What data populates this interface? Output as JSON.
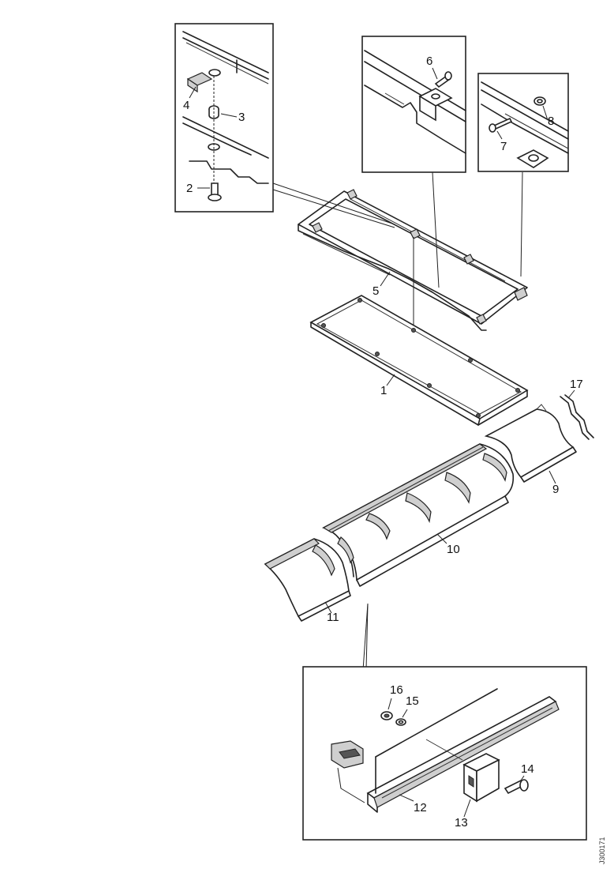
{
  "callouts": {
    "c1": "1",
    "c2": "2",
    "c3": "3",
    "c4": "4",
    "c5": "5",
    "c6": "6",
    "c7": "7",
    "c8": "8",
    "c9": "9",
    "c10": "10",
    "c11": "11",
    "c12": "12",
    "c13": "13",
    "c14": "14",
    "c15": "15",
    "c16": "16",
    "c17": "17"
  },
  "drawing_code": "J300171"
}
